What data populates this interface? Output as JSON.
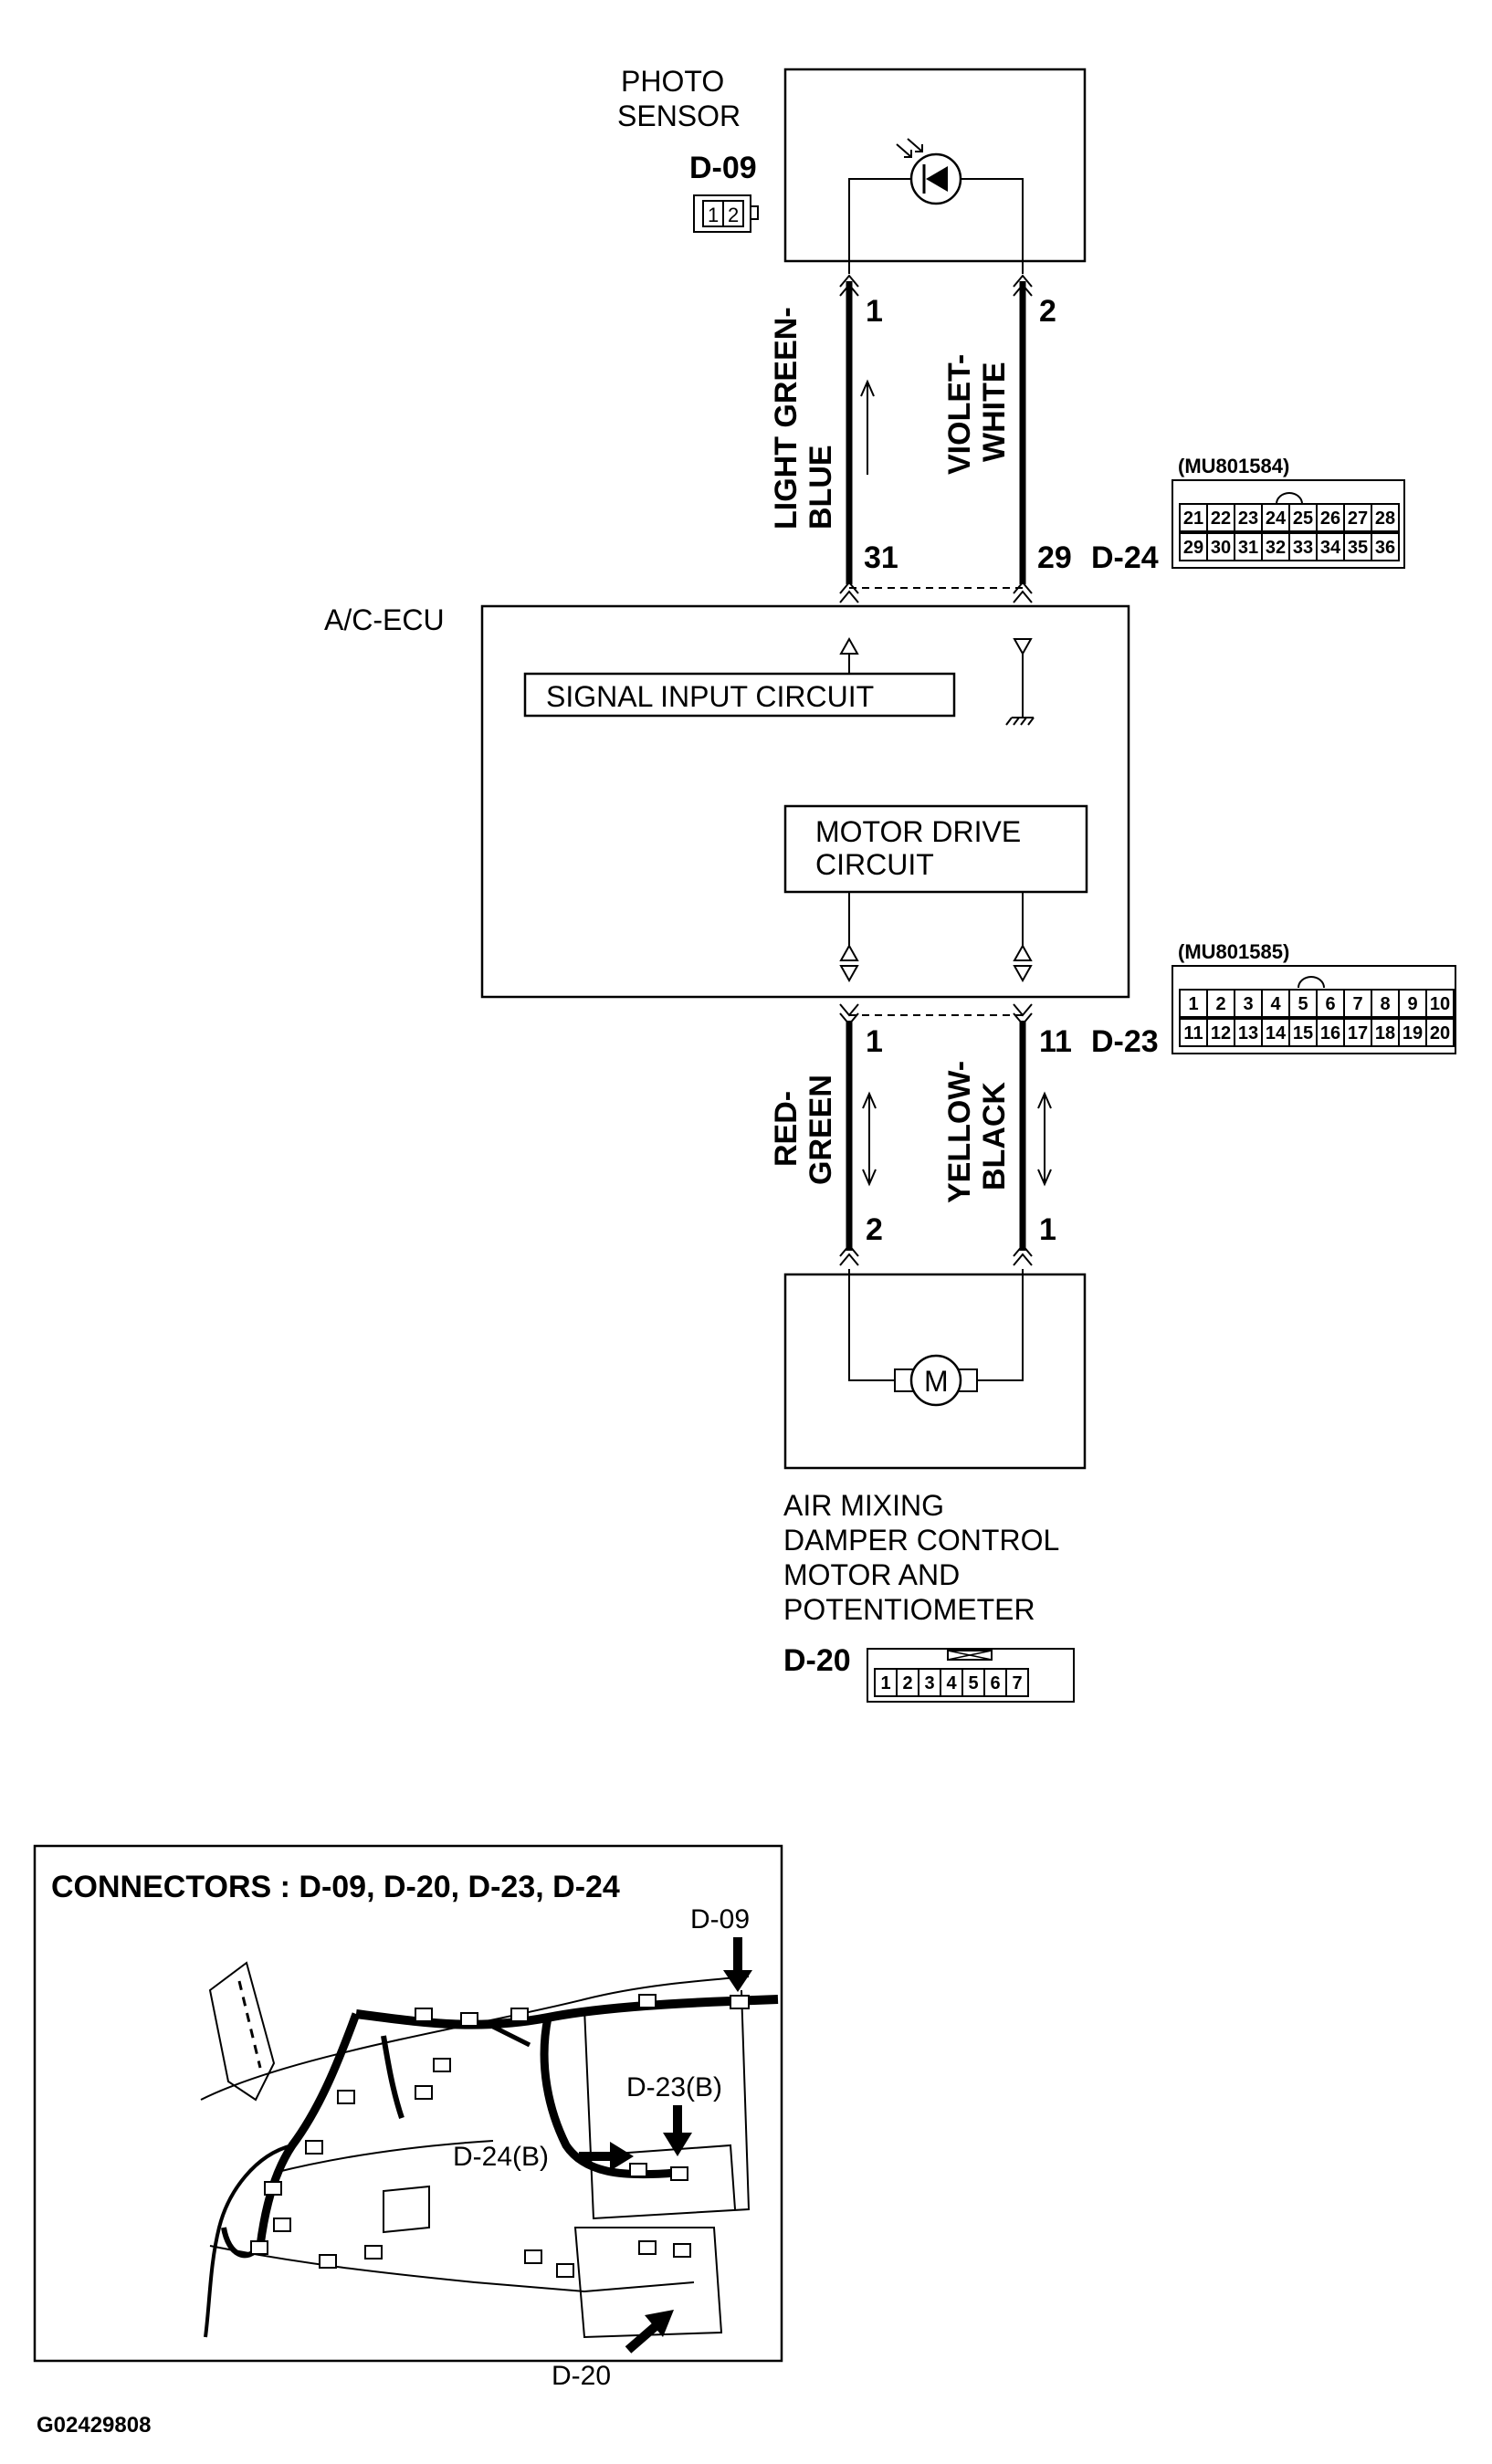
{
  "photo_sensor": {
    "name_line1": "PHOTO",
    "name_line2": "SENSOR",
    "connector_id": "D-09",
    "connector_pins": [
      "1",
      "2"
    ]
  },
  "wires_top": {
    "left": {
      "color_line1": "LIGHT GREEN-",
      "color_line2": "BLUE",
      "sensor_pin": "1",
      "ecu_pin": "31"
    },
    "right": {
      "color_line1": "VIOLET-",
      "color_line2": "WHITE",
      "sensor_pin": "2",
      "ecu_pin": "29"
    },
    "ecu_connector_id": "D-24"
  },
  "ecu_connector_d24": {
    "part_no": "(MU801584)",
    "row1": [
      "21",
      "22",
      "23",
      "24",
      "25",
      "26",
      "27",
      "28"
    ],
    "row2": [
      "29",
      "30",
      "31",
      "32",
      "33",
      "34",
      "35",
      "36"
    ]
  },
  "ecu": {
    "name": "A/C-ECU",
    "signal_input": "SIGNAL INPUT CIRCUIT",
    "motor_drive_line1": "MOTOR DRIVE",
    "motor_drive_line2": "CIRCUIT"
  },
  "ecu_connector_d23": {
    "part_no": "(MU801585)",
    "row1": [
      "1",
      "2",
      "3",
      "4",
      "5",
      "6",
      "7",
      "8",
      "9",
      "10"
    ],
    "row2": [
      "11",
      "12",
      "13",
      "14",
      "15",
      "16",
      "17",
      "18",
      "19",
      "20"
    ]
  },
  "wires_bottom": {
    "left": {
      "color_line1": "RED-",
      "color_line2": "GREEN",
      "ecu_pin": "1",
      "motor_pin": "2"
    },
    "right": {
      "color_line1": "YELLOW-",
      "color_line2": "BLACK",
      "ecu_pin": "11",
      "motor_pin": "1"
    },
    "ecu_connector_id": "D-23"
  },
  "motor": {
    "symbol": "M",
    "name_line1": "AIR MIXING",
    "name_line2": "DAMPER CONTROL",
    "name_line3": "MOTOR AND",
    "name_line4": "POTENTIOMETER",
    "connector_id": "D-20",
    "connector_pins": [
      "1",
      "2",
      "3",
      "4",
      "5",
      "6",
      "7"
    ]
  },
  "locator": {
    "title": "CONNECTORS : D-09, D-20, D-23, D-24",
    "callouts": [
      "D-09",
      "D-23(B)",
      "D-24(B)",
      "D-20"
    ]
  },
  "figure_id": "G02429808"
}
